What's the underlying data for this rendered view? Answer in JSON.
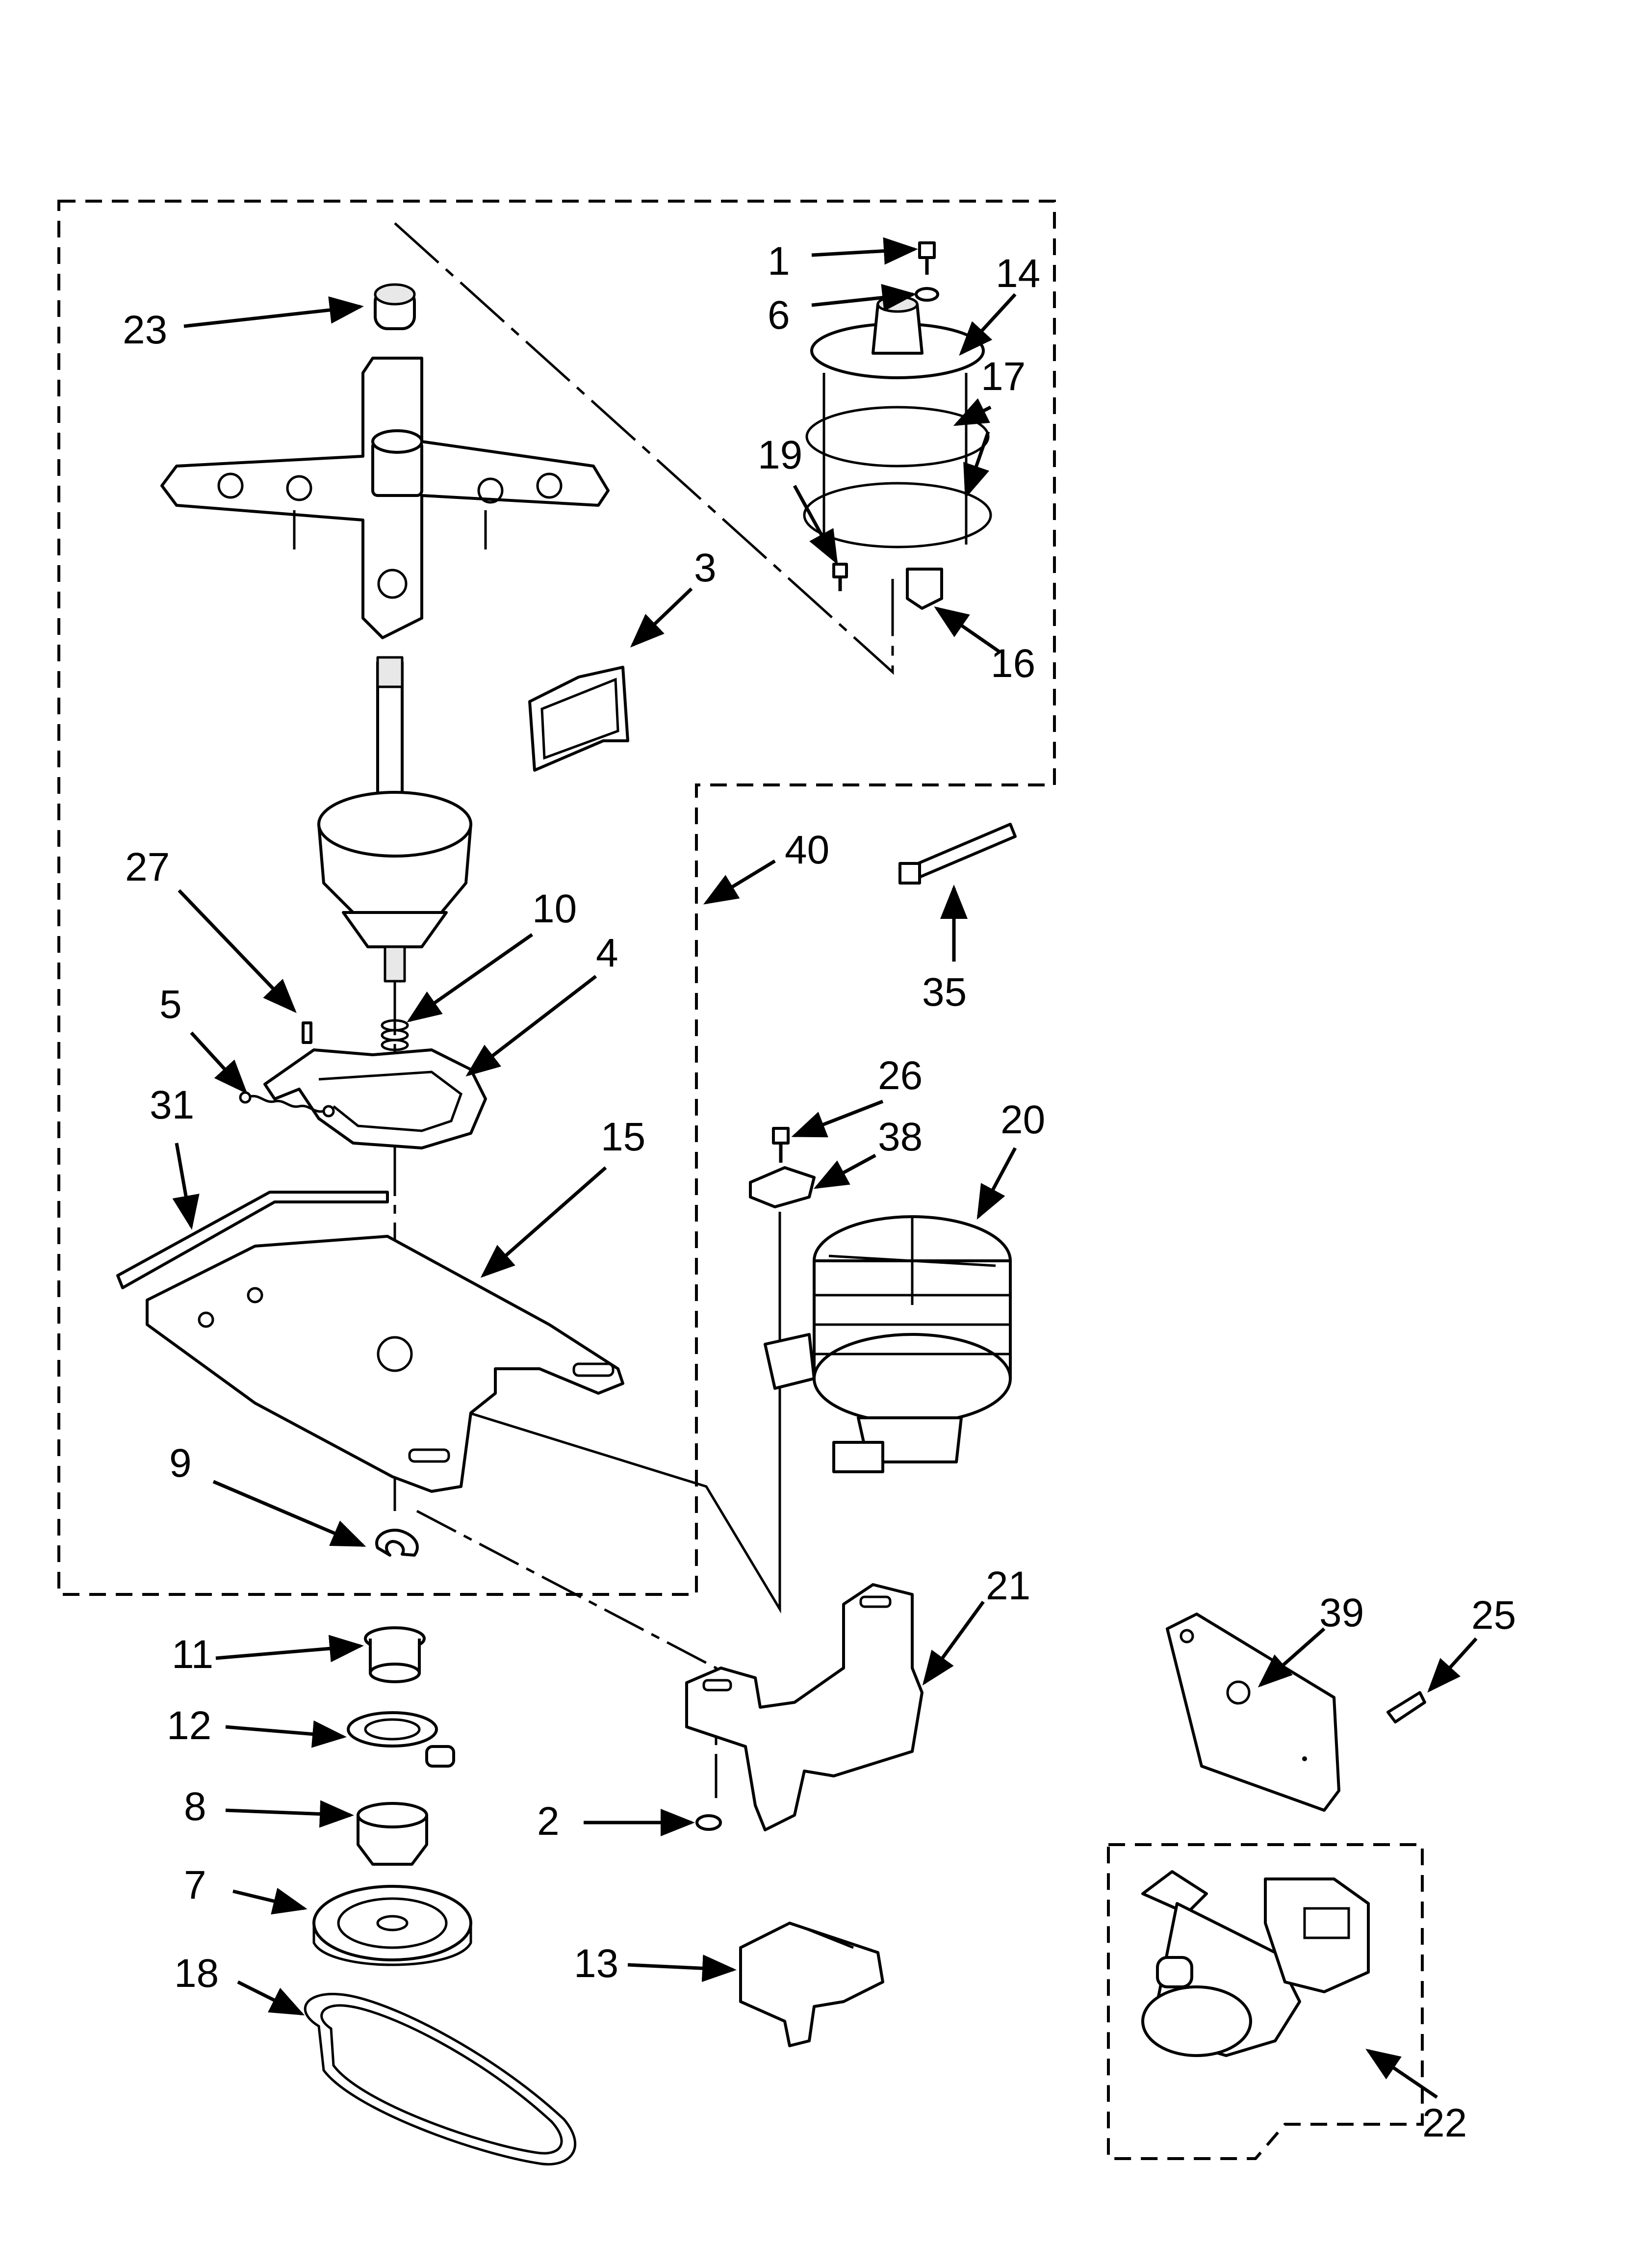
{
  "callouts": {
    "c1": "1",
    "c2": "2",
    "c3": "3",
    "c4": "4",
    "c5": "5",
    "c6": "6",
    "c7": "7",
    "c8": "8",
    "c9": "9",
    "c10": "10",
    "c11": "11",
    "c12": "12",
    "c13": "13",
    "c14": "14",
    "c15": "15",
    "c16": "16",
    "c17": "17",
    "c18": "18",
    "c19": "19",
    "c20": "20",
    "c21": "21",
    "c22": "22",
    "c23": "23",
    "c25": "25",
    "c26": "26",
    "c27": "27",
    "c31": "31",
    "c35": "35",
    "c38": "38",
    "c39": "39",
    "c40": "40"
  }
}
